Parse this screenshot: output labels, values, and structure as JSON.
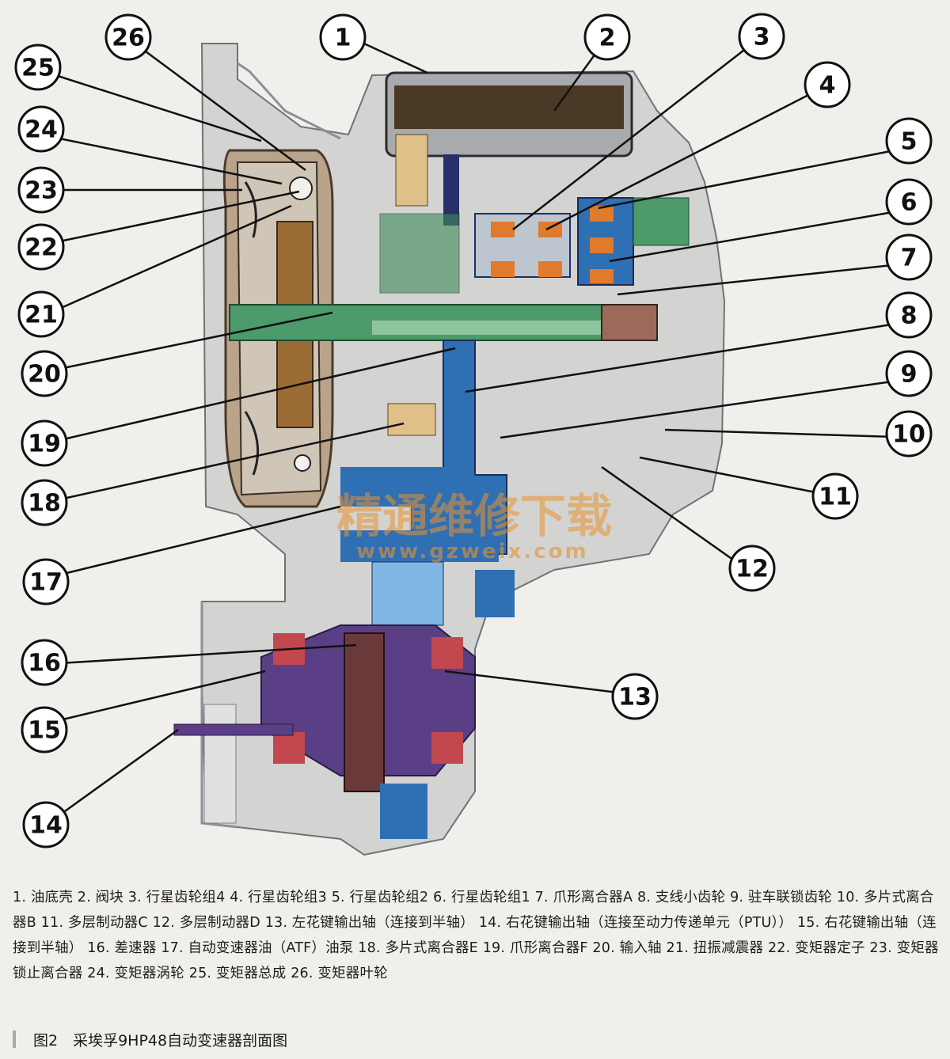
{
  "callouts": [
    "1",
    "2",
    "3",
    "4",
    "5",
    "6",
    "7",
    "8",
    "9",
    "10",
    "11",
    "12",
    "13",
    "14",
    "15",
    "16",
    "17",
    "18",
    "19",
    "20",
    "21",
    "22",
    "23",
    "24",
    "25",
    "26"
  ],
  "watermark": {
    "main": "精通维修下载",
    "url": "www.gzweix.com"
  },
  "legend": [
    "1. 油底壳",
    "2. 阀块",
    "3. 行星齿轮组4",
    "4. 行星齿轮组3",
    "5. 行星齿轮组2",
    "6. 行星齿轮组1",
    "7. 爪形离合器A",
    "8. 支线小齿轮",
    "9. 驻车联锁齿轮",
    "10. 多片式离合器B",
    "11. 多层制动器C",
    "12. 多层制动器D",
    "13. 左花键输出轴（连接到半轴）",
    "14. 右花键输出轴（连接至动力传递单元（PTU））",
    "15. 右花键输出轴（连接到半轴）",
    "16. 差速器",
    "17. 自动变速器油（ATF）油泵",
    "18. 多片式离合器E",
    "19. 爪形离合器F",
    "20. 输入轴",
    "21. 扭振减震器",
    "22. 变矩器定子",
    "23. 变矩器锁止离合器",
    "24. 变矩器涡轮",
    "25. 变矩器总成",
    "26. 变矩器叶轮"
  ],
  "figure_title": "图2　采埃孚9HP48自动变速器剖面图",
  "colors": {
    "housing": "#c9c9c7",
    "housing_dark": "#8a8f95",
    "blue": "#2f6fb4",
    "light_blue": "#7fb6e4",
    "green": "#3f8a5c",
    "orange": "#e07a2c",
    "purple": "#5a3f86",
    "red": "#c2474f",
    "bronze": "#9a6a3a",
    "navy": "#1f2f6a"
  }
}
